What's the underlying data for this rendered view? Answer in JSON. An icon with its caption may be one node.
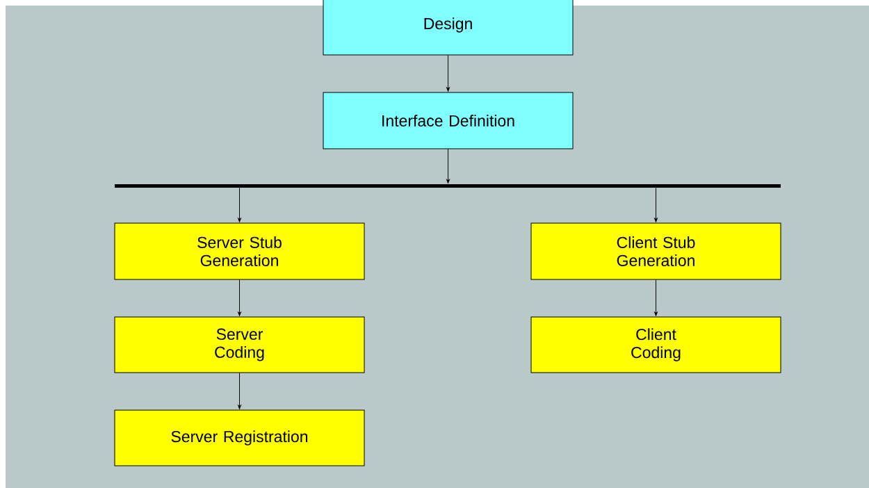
{
  "diagram": {
    "nodes": [
      {
        "text": [
          "Design"
        ]
      },
      {
        "text": [
          "Interface Definition"
        ]
      },
      {
        "text": [],
        "shape": "bar"
      },
      {
        "text": [
          "Server Stub Generation"
        ]
      },
      {
        "text": [
          "Client Stub Generation"
        ]
      },
      {
        "text": [
          "Server Coding"
        ]
      },
      {
        "text": [
          "Client Coding"
        ]
      },
      {
        "text": [
          "Server Registration"
        ]
      }
    ],
    "edges": [
      {
        "from": 0,
        "to": 1,
        "arrow": "to"
      },
      {
        "from": 1,
        "to": 2,
        "arrow": "to"
      },
      {
        "from": 2,
        "to": 3,
        "arrow": "to"
      },
      {
        "from": 2,
        "to": 4,
        "arrow": "to"
      },
      {
        "from": 3,
        "to": 5,
        "arrow": "to"
      },
      {
        "from": 5,
        "to": 7,
        "arrow": "to"
      },
      {
        "from": 4,
        "to": 6,
        "arrow": "to"
      }
    ]
  }
}
